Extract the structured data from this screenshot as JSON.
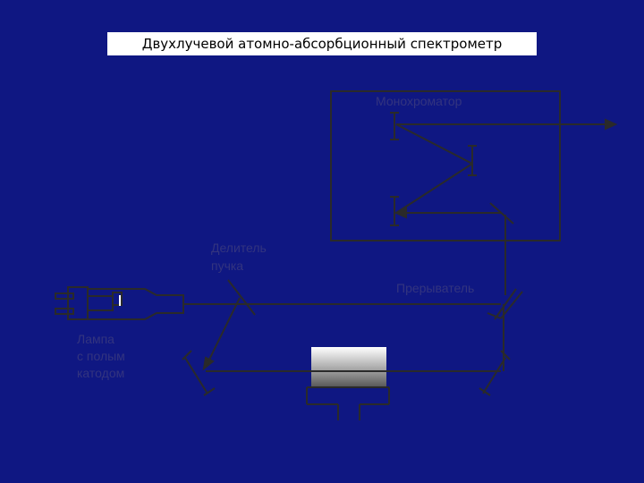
{
  "title": "Двухлучевой атомно-абсорбционный спектрометр",
  "labels": {
    "monochromator": "Монохроматор",
    "beam_splitter_line1": "Делитель",
    "beam_splitter_line2": "пучка",
    "chopper": "Прерыватель",
    "lamp_line1": "Лампа",
    "lamp_line2": "с полым",
    "lamp_line3": "катодом"
  },
  "colors": {
    "background": "#0f1782",
    "lines": "#2a2a2a",
    "label_text": "#33347f",
    "title_bg": "#ffffff",
    "title_text": "#000000"
  }
}
